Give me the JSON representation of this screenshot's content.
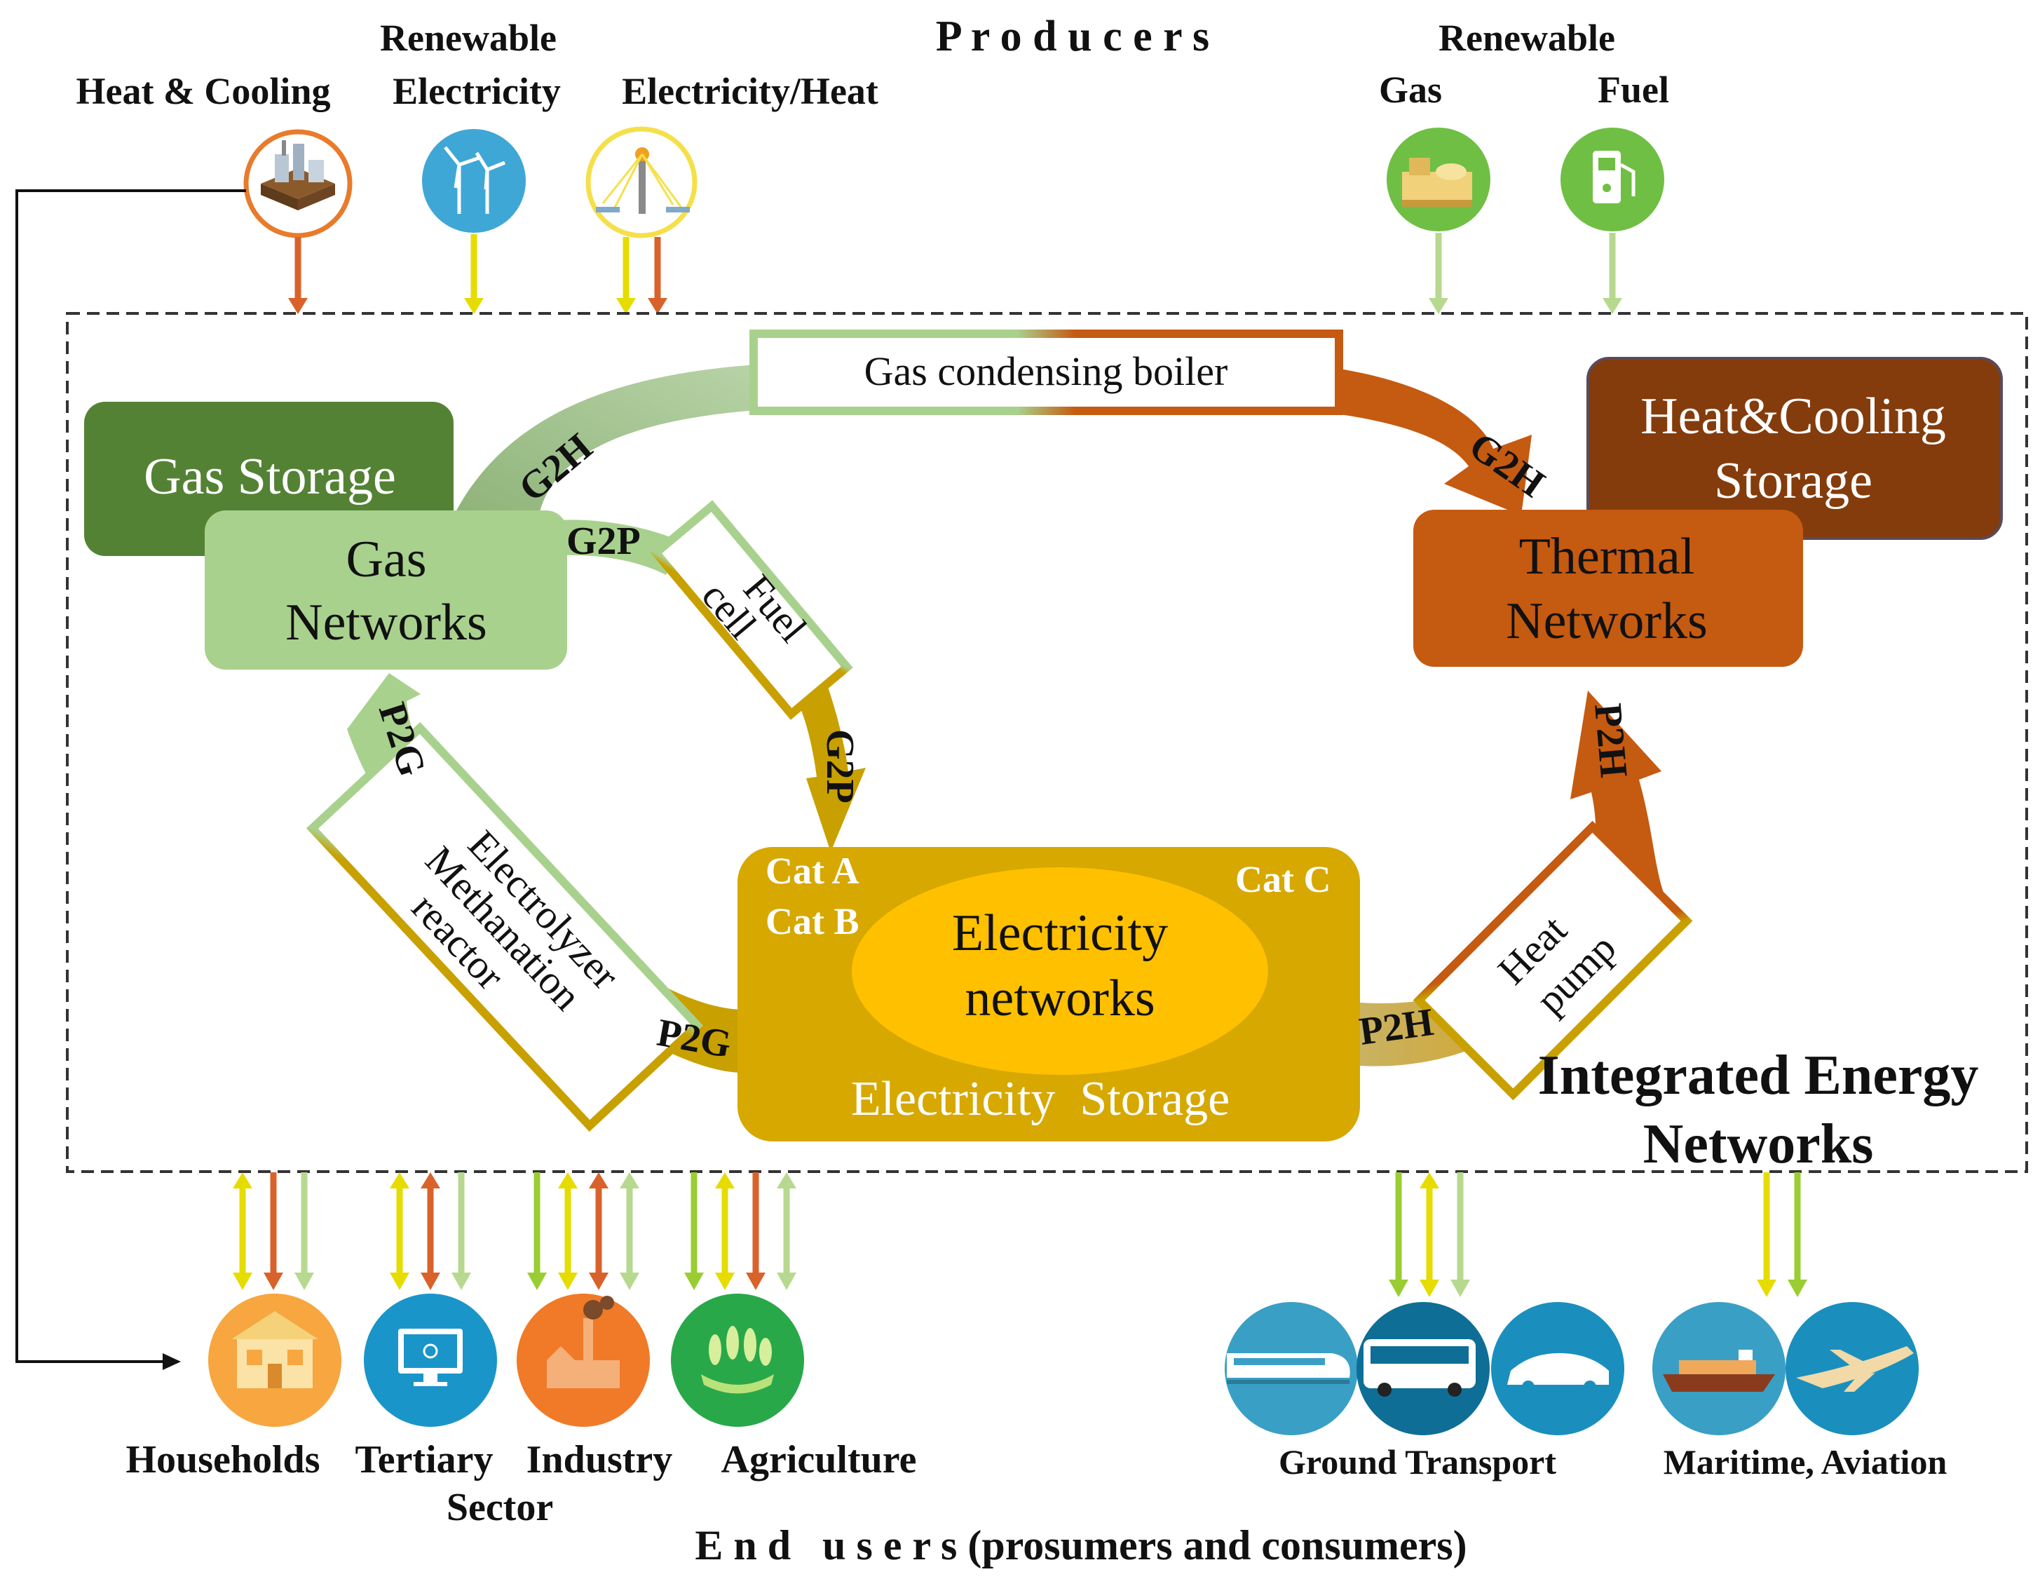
{
  "producers": {
    "title": "P r o d u c e r s",
    "items": [
      {
        "id": "heat-cooling",
        "line1": "",
        "line2": "Heat & Cooling",
        "icon": "factory-icon",
        "color": "#e87b2c"
      },
      {
        "id": "renewable-electricity",
        "line1": "Renewable",
        "line2": "Electricity",
        "icon": "wind-turbine-icon",
        "color": "#3fa7d6"
      },
      {
        "id": "electricity-heat",
        "line1": "",
        "line2": "Electricity/Heat",
        "icon": "solar-tower-icon",
        "color": "#f5e04a"
      },
      {
        "id": "renewable-gas",
        "line1": "Renewable",
        "line2": "Gas",
        "icon": "biogas-plant-icon",
        "color": "#6fbf44"
      },
      {
        "id": "fuel",
        "line1": "",
        "line2": "Fuel",
        "icon": "fuel-pump-icon",
        "color": "#6fbf44"
      }
    ]
  },
  "networks": {
    "title_line1": "Integrated Energy",
    "title_line2": "Networks",
    "gas_storage": "Gas Storage",
    "gas_networks_line1": "Gas",
    "gas_networks_line2": "Networks",
    "heat_storage_line1": "Heat&Cooling",
    "heat_storage_line2": "Storage",
    "thermal_line1": "Thermal",
    "thermal_line2": "Networks",
    "electricity_line1": "Electricity",
    "electricity_line2": "networks",
    "electricity_storage": "Electricity  Storage",
    "cat_a": "Cat A",
    "cat_b": "Cat B",
    "cat_c": "Cat C"
  },
  "converters": {
    "boiler": "Gas condensing boiler",
    "fuel_cell_line1": "Fuel",
    "fuel_cell_line2": "cell",
    "electrolyzer_line1": "Electrolyzer",
    "electrolyzer_line2": "Methanation",
    "electrolyzer_line3": "reactor",
    "heat_pump_line1": "Heat",
    "heat_pump_line2": "pump"
  },
  "flows": {
    "g2h_left": "G2H",
    "g2h_right": "G2H",
    "g2p_top": "G2P",
    "g2p_right": "G2P",
    "p2g_left": "P2G",
    "p2g_bottom": "P2G",
    "p2h_bottom": "P2H",
    "p2h_right": "P2H"
  },
  "end_users": {
    "title": "E n d   u s e r s (prosumers and consumers)",
    "households": "Households",
    "tertiary_line1": "Tertiary",
    "tertiary_line2": "Sector",
    "industry": "Industry",
    "agriculture": "Agriculture",
    "ground_transport": "Ground Transport",
    "maritime_aviation": "Maritime, Aviation"
  },
  "colors": {
    "gas_light": "#a9d18e",
    "gas_dark": "#548235",
    "thermal": "#c55a11",
    "heat_storage": "#843c0c",
    "electric": "#d6a800",
    "electric_core": "#ffc000",
    "yellow_arrow": "#e6dc00",
    "orange_arrow": "#d9622b",
    "green_arrow": "#b7d98f",
    "lime_arrow": "#9acd32"
  }
}
